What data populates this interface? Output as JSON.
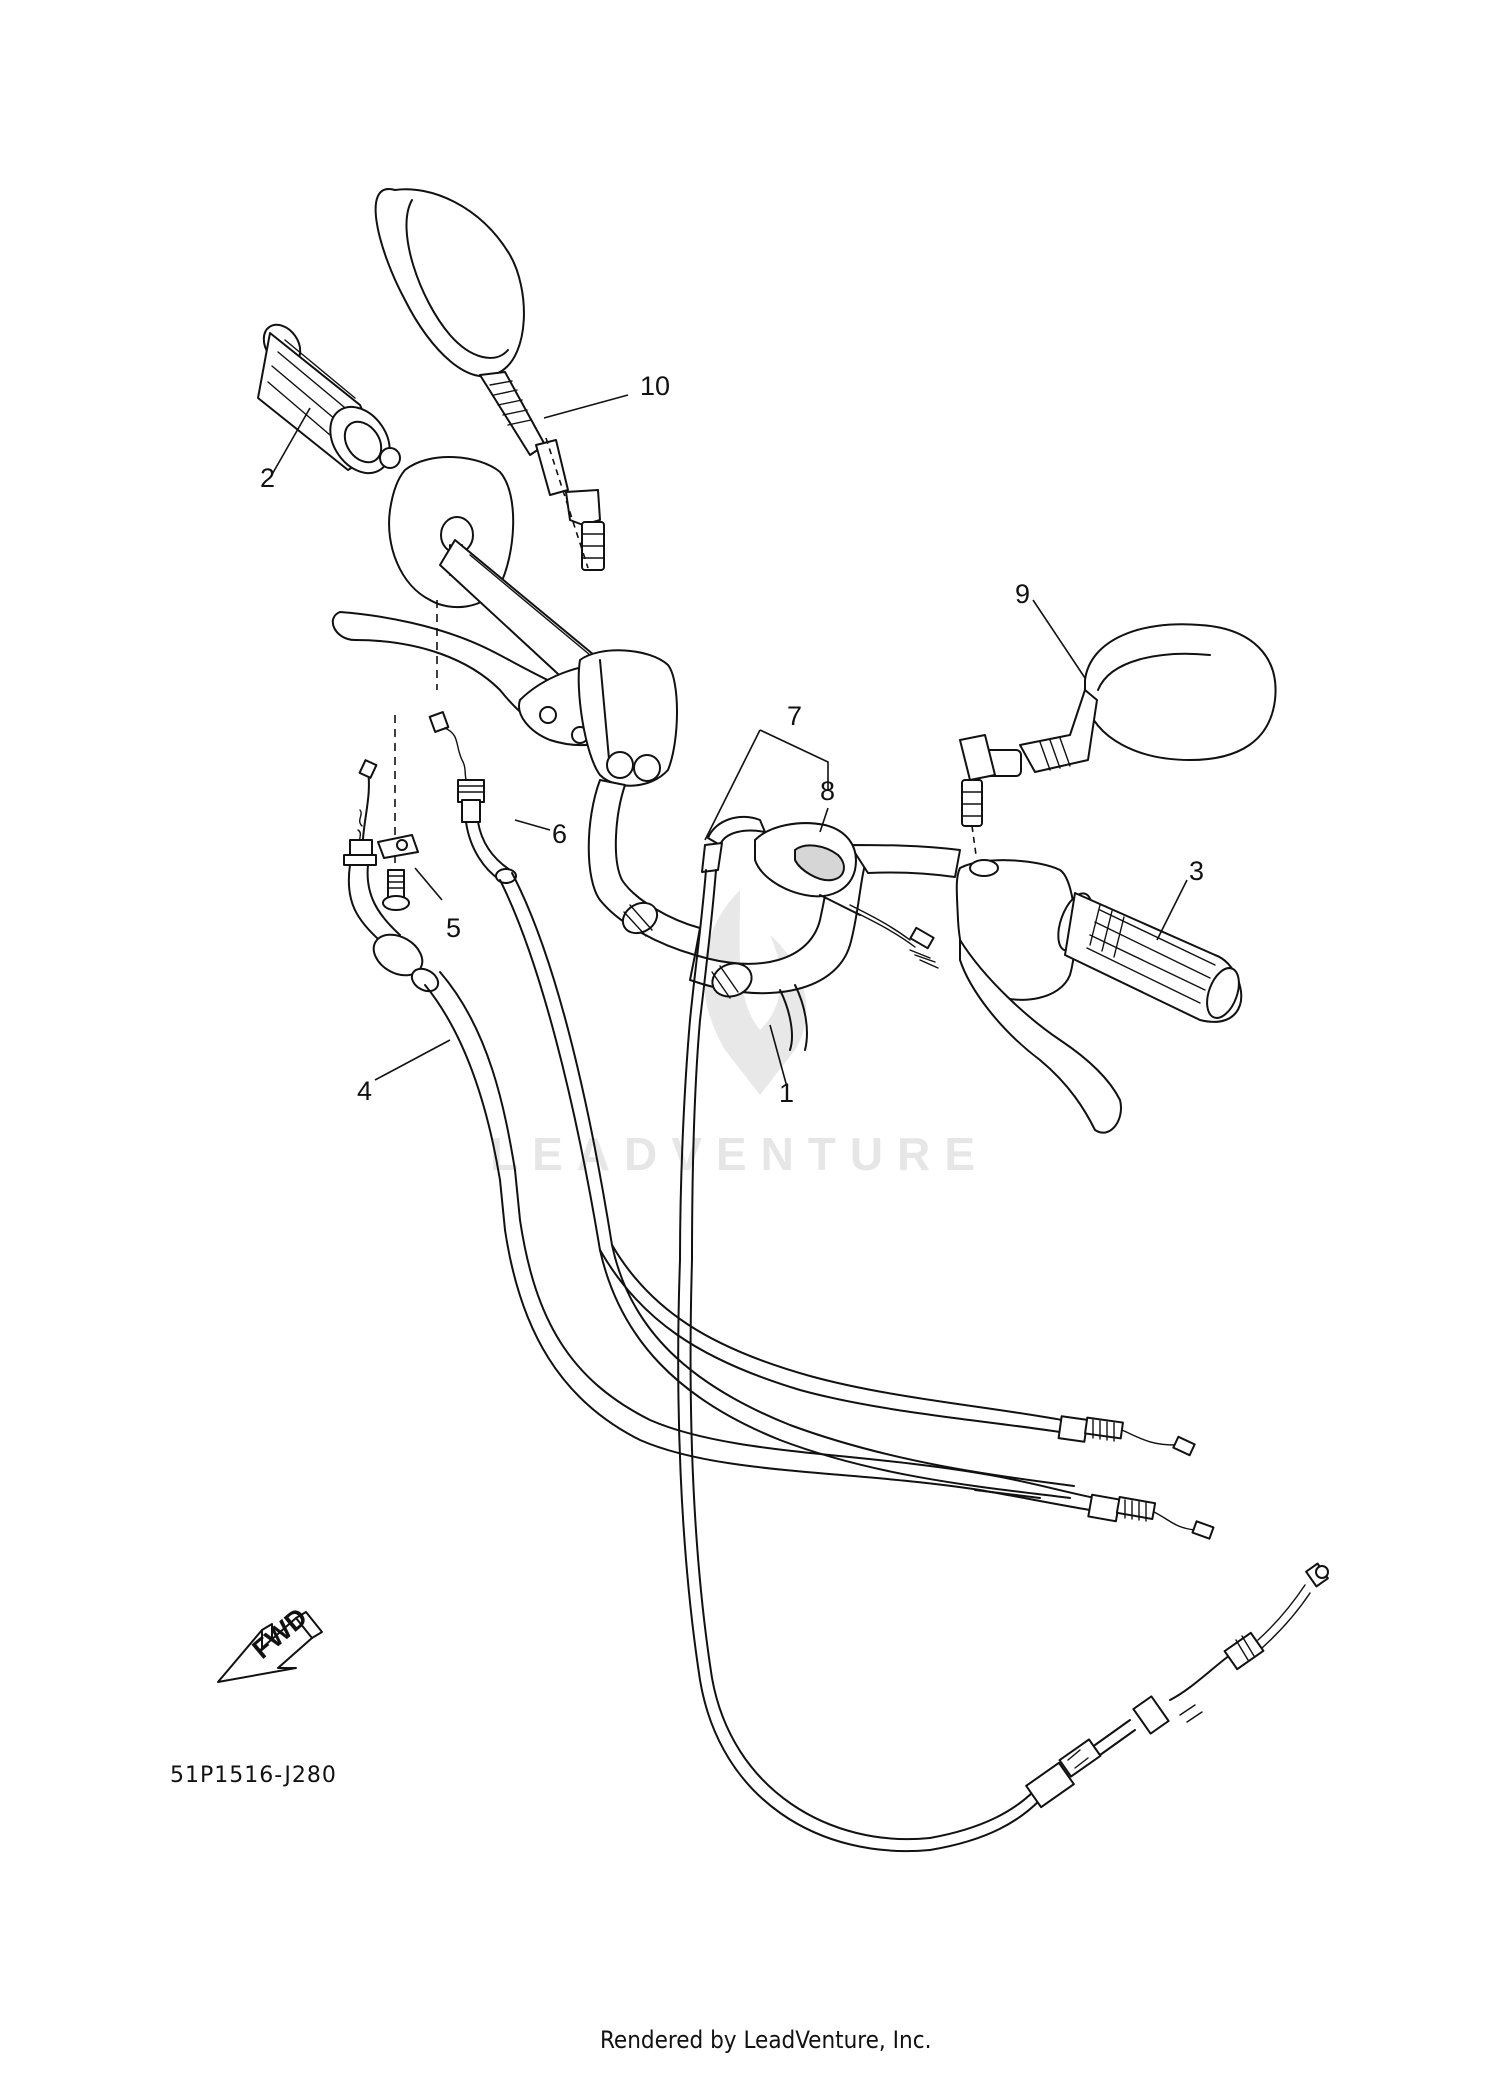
{
  "diagram": {
    "drawing_code": "51P1516-J280",
    "watermark": "LEADVENTURE",
    "footer": "Rendered by LeadVenture, Inc.",
    "fwd_label": "FWD",
    "callouts": [
      "1",
      "2",
      "3",
      "4",
      "5",
      "6",
      "7",
      "8",
      "9",
      "10"
    ]
  }
}
